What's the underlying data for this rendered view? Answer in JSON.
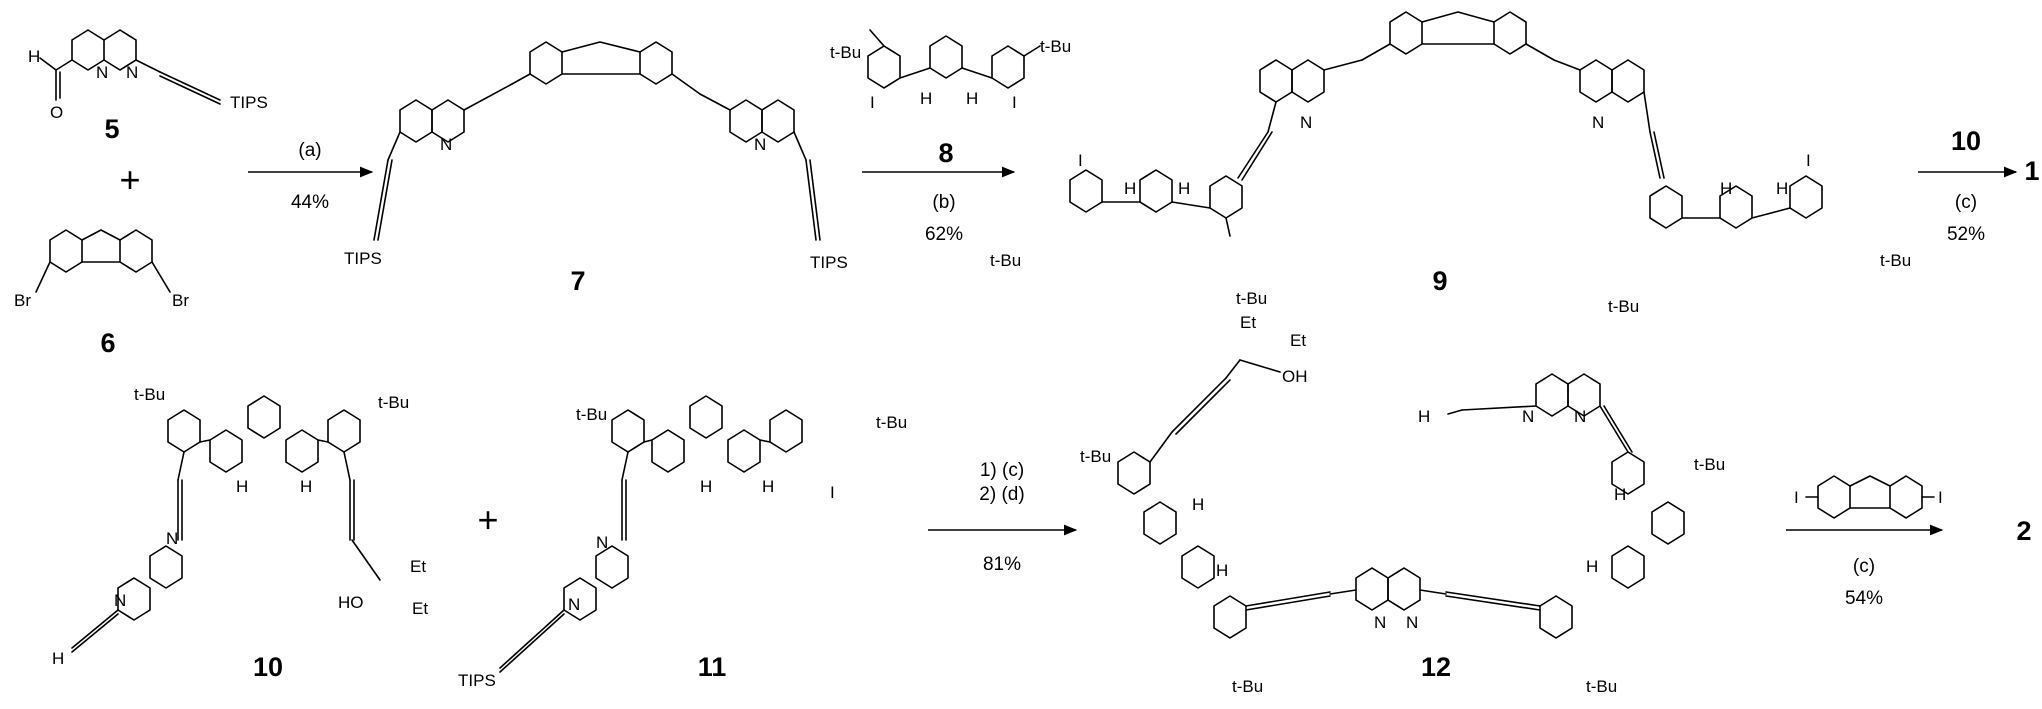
{
  "compounds": {
    "c5": "5",
    "c6": "6",
    "c7": "7",
    "c8": "8",
    "c9": "9",
    "c10_label": "10",
    "c10_reagent": "10",
    "c1": "1",
    "c11": "11",
    "c12": "12",
    "c2": "2"
  },
  "steps": {
    "a": "(a)",
    "a_yield": "44%",
    "b": "(b)",
    "b_yield": "62%",
    "c_top": "(c)",
    "c_top_yield": "52%",
    "d_line1": "1) (c)",
    "d_line2": "2) (d)",
    "d_yield": "81%",
    "e": "(c)",
    "e_yield": "54%"
  },
  "atom_labels": {
    "H": "H",
    "O": "O",
    "N": "N",
    "NH": "H",
    "TIPS": "TIPS",
    "tBu": "t-Bu",
    "I": "I",
    "Br": "Br",
    "Et": "Et",
    "OH": "OH",
    "HO": "HO"
  },
  "plus": "+"
}
